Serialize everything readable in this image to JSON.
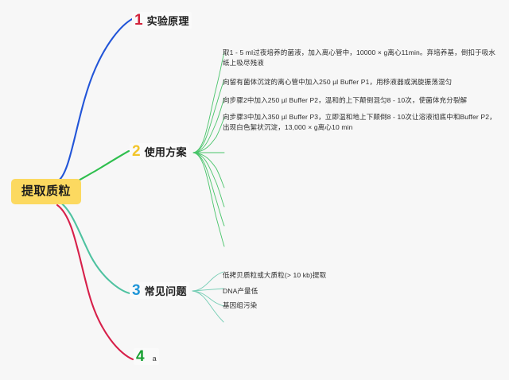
{
  "diagram": {
    "type": "mind-map",
    "root": {
      "label": "提取质粒",
      "bg_color": "#fcd960"
    },
    "branches": [
      {
        "number": "1",
        "label": "实验原理",
        "number_color": "#d2243c",
        "curve_color": "#2255d8",
        "children": []
      },
      {
        "number": "2",
        "label": "使用方案",
        "number_color": "#f2c52b",
        "curve_color": "#2fbf4e",
        "children": [
          "取1 - 5 ml过夜培养的菌液，加入离心管中，10000 × g离心11min。弃培养基，倒扣于吸水纸上吸尽残液",
          "向留有菌体沉淀的离心管中加入250 µl Buffer P1，用移液器或涡旋振荡混匀",
          "向步骤2中加入250 µl Buffer P2，温和的上下颠倒混匀8 - 10次，使菌体充分裂解",
          "向步骤3中加入350 µl Buffer P3，立即温和地上下颠倒8 - 10次让溶液彻底中和Buffer P2，出现白色絮状沉淀，13,000 × g离心10 min"
        ]
      },
      {
        "number": "3",
        "label": "常见问题",
        "number_color": "#2196d8",
        "curve_color": "#4ec2a0",
        "children": [
          "低拷贝质粒或大质粒(> 10 kb)提取",
          "DNA产量低",
          "基因组污染"
        ]
      },
      {
        "number": "4",
        "label": "",
        "sub_label": "a",
        "number_color": "#19a032",
        "curve_color": "#d7204a",
        "children": []
      }
    ]
  }
}
